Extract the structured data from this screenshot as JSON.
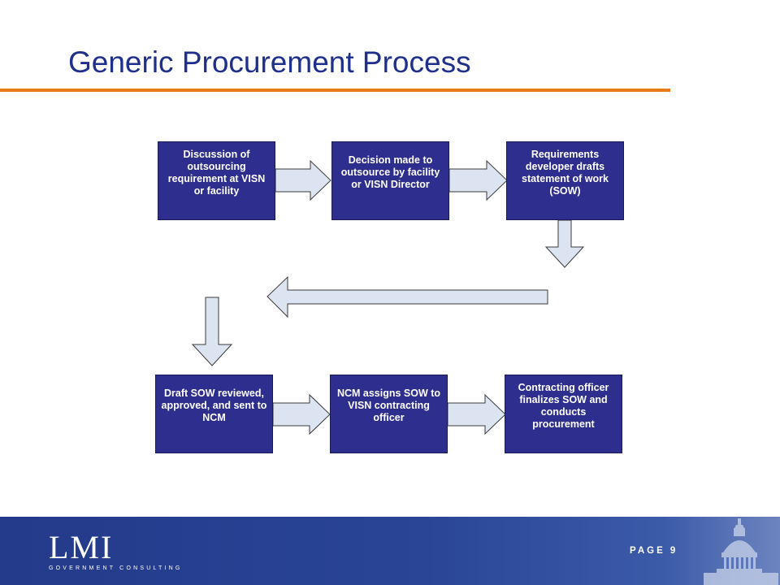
{
  "slide": {
    "title": "Generic Procurement Process",
    "page_label": "PAGE 9"
  },
  "colors": {
    "title": "#1f2f8c",
    "rule": "#ea7a19",
    "box_fill": "#2e2e8e",
    "arrow_fill": "#dde4f1",
    "footer": "#243a8a"
  },
  "flow": {
    "steps": [
      "Discussion of outsourcing requirement at VISN or facility",
      "Decision made to outsource by facility or VISN Director",
      "Requirements developer drafts statement of work (SOW)",
      "Draft SOW reviewed, approved, and sent to NCM",
      "NCM assigns SOW to VISN contracting officer",
      "Contracting officer finalizes SOW and conducts procurement"
    ]
  },
  "logo": {
    "wordmark": "LMI",
    "tagline": "GOVERNMENT CONSULTING"
  }
}
